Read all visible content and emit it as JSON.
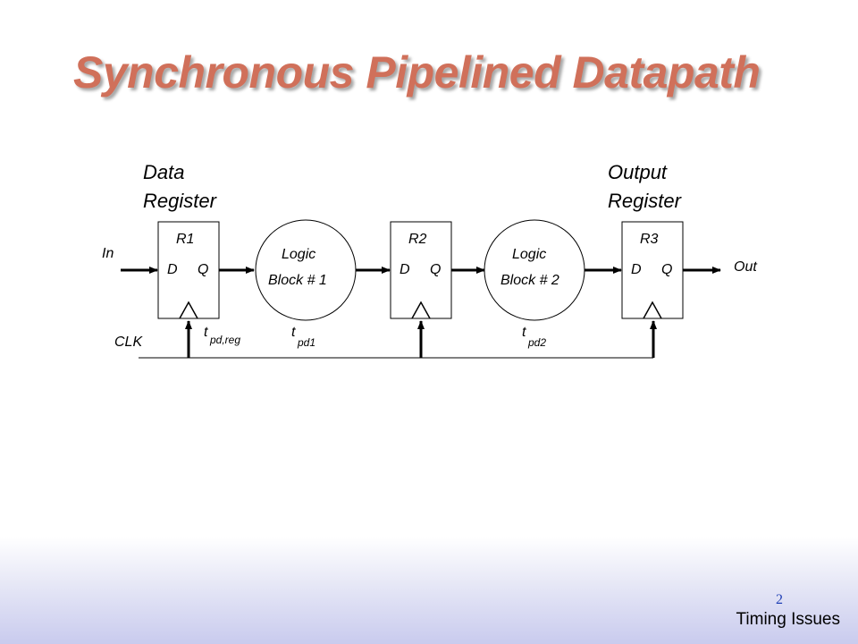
{
  "slide": {
    "title": "Synchronous Pipelined Datapath",
    "page_number": "2",
    "footer": "Timing Issues"
  },
  "diagram": {
    "labels": {
      "data_register_line1": "Data",
      "data_register_line2": "Register",
      "output_register_line1": "Output",
      "output_register_line2": "Register",
      "input": "In",
      "output": "Out",
      "clock": "CLK"
    },
    "registers": [
      {
        "name": "R1",
        "d": "D",
        "q": "Q"
      },
      {
        "name": "R2",
        "d": "D",
        "q": "Q"
      },
      {
        "name": "R3",
        "d": "D",
        "q": "Q"
      }
    ],
    "logic_blocks": [
      {
        "line1": "Logic",
        "line2": "Block # 1"
      },
      {
        "line1": "Logic",
        "line2": "Block # 2"
      }
    ],
    "delays": [
      {
        "t": "t",
        "sub": "pd,reg"
      },
      {
        "t": "t",
        "sub": "pd1"
      },
      {
        "t": "t",
        "sub": "pd2"
      }
    ]
  }
}
